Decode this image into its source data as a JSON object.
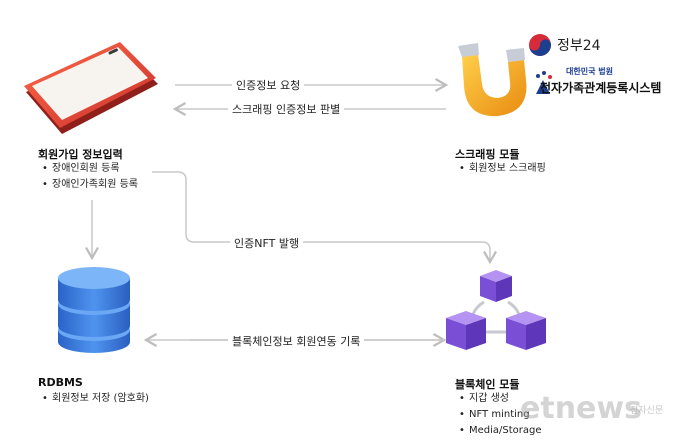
{
  "arrows": {
    "auth_request": "인증정보 요청",
    "scraping_verify": "스크래핑 인증정보 판별",
    "nft_issue": "인증NFT 발행",
    "link_record": "블록체인정보 회원연동 기록"
  },
  "nodes": {
    "signup": {
      "title": "회원가입 정보입력",
      "items": [
        "장애인회원 등록",
        "장애인가족회원 등록"
      ]
    },
    "scraping": {
      "title": "스크래핑 모듈",
      "items": [
        "회원정보 스크래핑"
      ]
    },
    "rdbms": {
      "title": "RDBMS",
      "items": [
        "회원정보 저장 (암호화)"
      ]
    },
    "blockchain": {
      "title": "블록체인 모듈",
      "items": [
        "지갑 생성",
        "NFT minting",
        "Media/Storage"
      ]
    }
  },
  "logos": {
    "gov24": "정부24",
    "court_small": "대한민국 법원",
    "court_big": "전자가족관계등록시스템"
  },
  "watermark": {
    "text": "etnews",
    "sub": "전자신문"
  },
  "colors": {
    "arrow": "#c8c8c8",
    "phone": "#e8483a",
    "db": "#3d7fe0",
    "cube": "#8a5de0",
    "magnet": "#f5a623"
  }
}
